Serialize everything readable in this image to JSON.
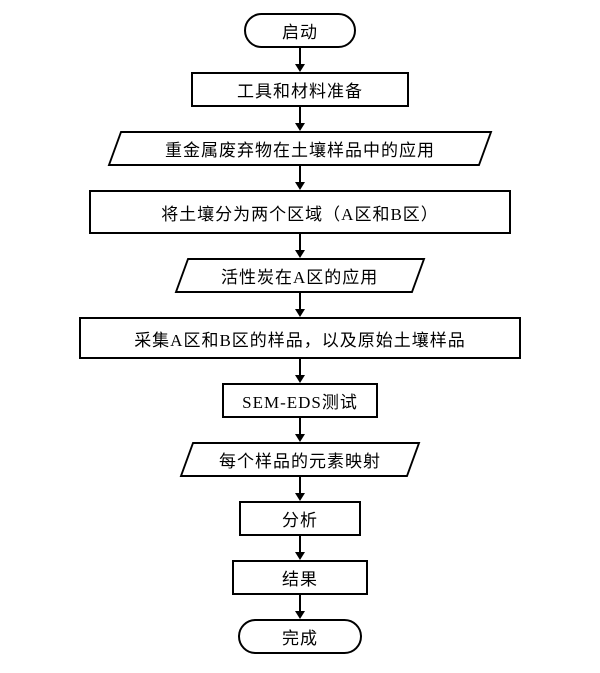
{
  "flowchart": {
    "colors": {
      "stroke": "#000000",
      "fill": "#ffffff",
      "background": "#ffffff"
    },
    "nodes": [
      {
        "id": "start",
        "type": "terminator",
        "label": "启动"
      },
      {
        "id": "prep",
        "type": "process",
        "label": "工具和材料准备"
      },
      {
        "id": "waste-application",
        "type": "parallelogram",
        "label": "重金属废弃物在土壤样品中的应用"
      },
      {
        "id": "divide-zones",
        "type": "process",
        "label": "将土壤分为两个区域（A区和B区）"
      },
      {
        "id": "activated-carbon",
        "type": "parallelogram",
        "label": "活性炭在A区的应用"
      },
      {
        "id": "collect-samples",
        "type": "process",
        "label": "采集A区和B区的样品，以及原始土壤样品"
      },
      {
        "id": "sem-eds-test",
        "type": "process",
        "label": "SEM-EDS测试"
      },
      {
        "id": "element-mapping",
        "type": "parallelogram",
        "label": "每个样品的元素映射"
      },
      {
        "id": "analysis",
        "type": "process",
        "label": "分析"
      },
      {
        "id": "result",
        "type": "process",
        "label": "结果"
      },
      {
        "id": "finish",
        "type": "terminator",
        "label": "完成"
      }
    ]
  }
}
